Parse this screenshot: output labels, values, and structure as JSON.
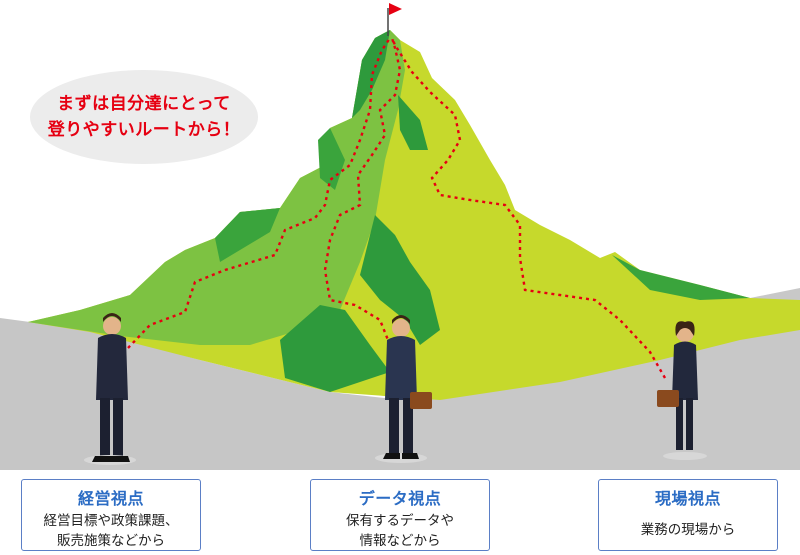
{
  "speech_bubble": {
    "line1": "まずは自分達にとって",
    "line2": "登りやすいルートから！"
  },
  "viewpoints": [
    {
      "title": "経営視点",
      "desc_line1": "経営目標や政策課題、",
      "desc_line2": "販売施策などから"
    },
    {
      "title": "データ視点",
      "desc_line1": "保有するデータや",
      "desc_line2": "情報などから"
    },
    {
      "title": "現場視点",
      "desc_line1": "業務の現場から",
      "desc_line2": ""
    }
  ],
  "colors": {
    "mountain_dark": "#2e9a3c",
    "mountain_mid": "#7cc242",
    "mountain_light": "#c2d92e",
    "route": "#e60012",
    "ground": "#c8c8c8",
    "accent_text": "#2b6cc4"
  }
}
